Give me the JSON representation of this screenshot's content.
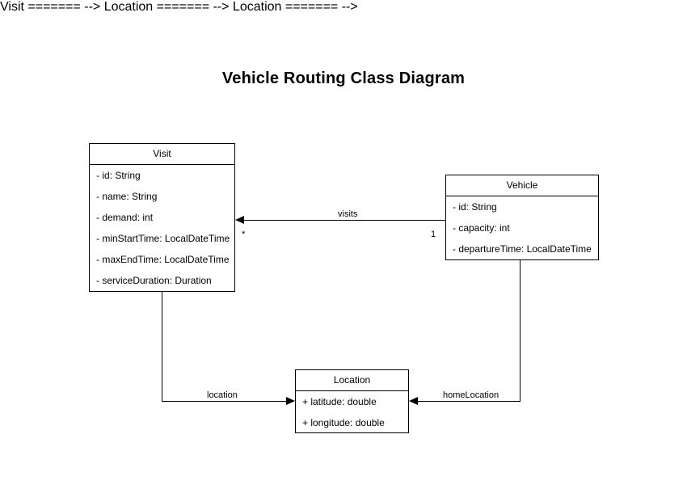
{
  "diagram": {
    "title": "Vehicle Routing Class Diagram",
    "type": "uml-class-diagram",
    "background_color": "#ffffff",
    "line_color": "#000000",
    "text_color": "#000000"
  },
  "classes": [
    {
      "name": "Visit",
      "attributes": [
        "- id: String",
        "- name: String",
        "- demand: int",
        "- minStartTime: LocalDateTime",
        "- maxEndTime: LocalDateTime",
        "- serviceDuration: Duration"
      ]
    },
    {
      "name": "Vehicle",
      "attributes": [
        "- id: String",
        "- capacity: int",
        "- departureTime: LocalDateTime"
      ]
    },
    {
      "name": "Location",
      "attributes": [
        "+ latitude: double",
        "+ longitude: double"
      ]
    }
  ],
  "relationships": [
    {
      "label": "visits",
      "from": "Vehicle",
      "to": "Visit",
      "source_multiplicity": "1",
      "target_multiplicity": "*"
    },
    {
      "label": "location",
      "from": "Visit",
      "to": "Location",
      "source_multiplicity": "",
      "target_multiplicity": ""
    },
    {
      "label": "homeLocation",
      "from": "Vehicle",
      "to": "Location",
      "source_multiplicity": "",
      "target_multiplicity": ""
    }
  ]
}
